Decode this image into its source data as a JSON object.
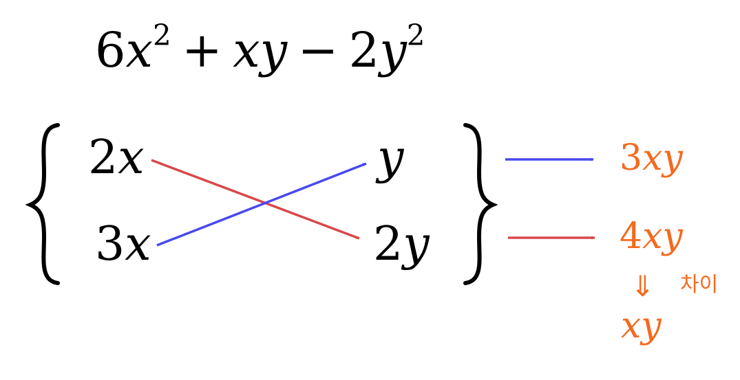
{
  "expression": {
    "c1": "6",
    "v1": "x",
    "e1": "2",
    "op1": "+",
    "v2": "xy",
    "op2": "−",
    "c3": "2",
    "v3": "y",
    "e3": "2"
  },
  "left_column": [
    {
      "coef": "2",
      "var": "x"
    },
    {
      "coef": "3",
      "var": "x"
    }
  ],
  "right_column": [
    {
      "coef": "",
      "var": "y"
    },
    {
      "coef": "2",
      "var": "y"
    }
  ],
  "results": [
    {
      "coef": "3",
      "var": "xy"
    },
    {
      "coef": "4",
      "var": "xy"
    }
  ],
  "difference": {
    "arrow": "⇓",
    "label": "차이",
    "coef": "",
    "var": "xy"
  },
  "colors": {
    "blue": "#4848f0",
    "red": "#d84848",
    "orange": "#f46a1e",
    "black": "#000000"
  }
}
